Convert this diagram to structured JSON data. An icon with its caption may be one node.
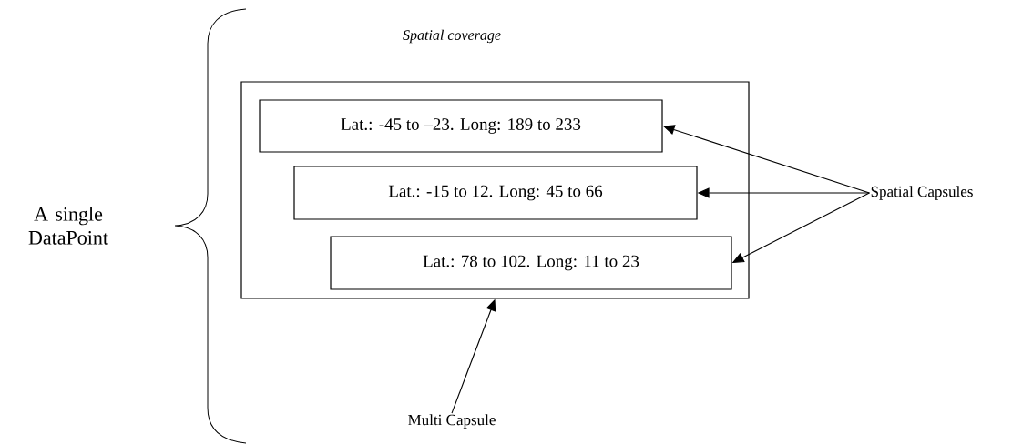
{
  "diagram": {
    "nodes": [
      {
        "text": [
          "Spatial coverage"
        ]
      },
      {
        "text": [
          "Lat.: -45 to –23. Long: 189 to 233"
        ],
        "in": 0
      },
      {
        "text": [
          "Lat.: -15 to 12. Long: 45 to 66"
        ],
        "in": 0
      },
      {
        "text": [
          "Lat.: 78 to 102. Long: 11 to 23"
        ],
        "in": 0
      },
      {
        "text": [
          "Spatial Capsules"
        ]
      },
      {
        "text": [
          "Multi Capsule"
        ]
      }
    ],
    "edges": [
      {
        "from": 4,
        "to": 1,
        "arrow": "to"
      },
      {
        "from": 4,
        "to": 2,
        "arrow": "to"
      },
      {
        "from": 4,
        "to": 3,
        "arrow": "to"
      },
      {
        "from": 5,
        "to": 0,
        "arrow": "to"
      }
    ],
    "labels": [
      "A single DataPoint"
    ]
  }
}
